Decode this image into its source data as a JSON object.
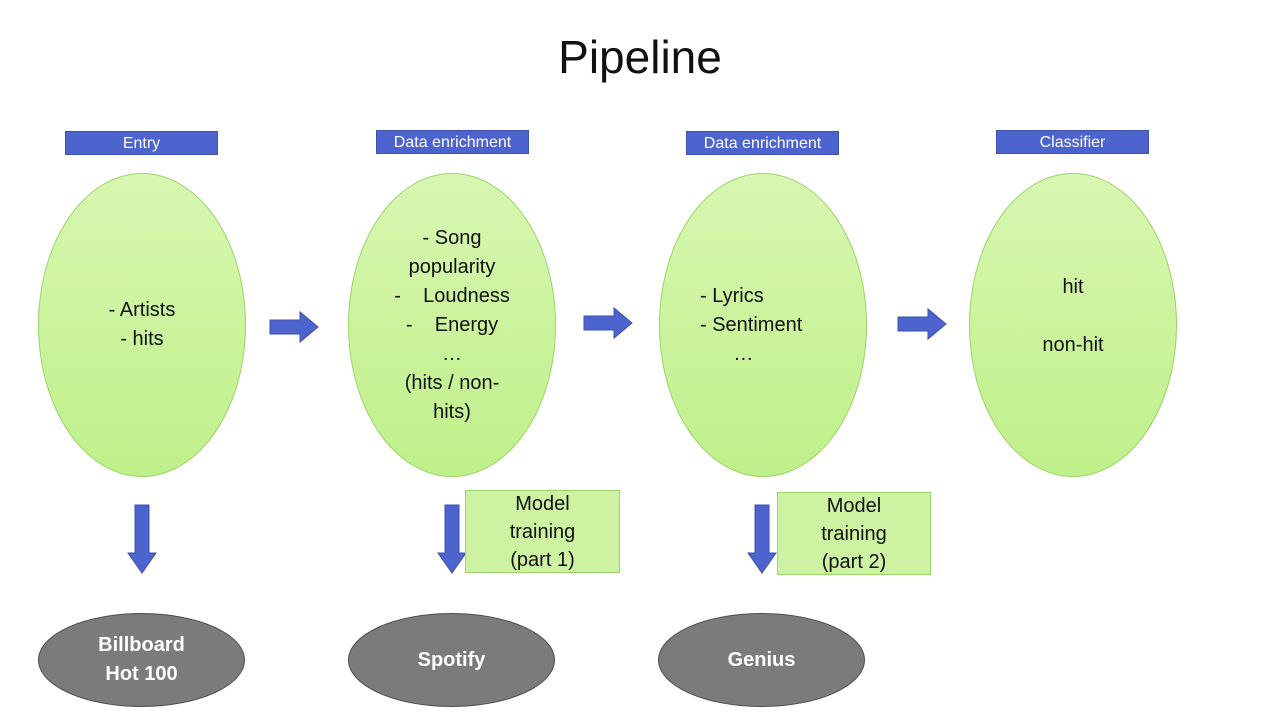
{
  "title": "Pipeline",
  "stages": [
    {
      "header": "Entry",
      "lines": [
        "- Artists",
        "- hits"
      ]
    },
    {
      "header": "Data enrichment",
      "lines": [
        "- Song",
        "popularity",
        "-    Loudness",
        "-    Energy",
        "…",
        "(hits / non-",
        "hits)"
      ]
    },
    {
      "header": "Data enrichment",
      "lines": [
        "- Lyrics",
        "- Sentiment",
        "      …"
      ]
    },
    {
      "header": "Classifier",
      "lines": [
        "hit",
        "",
        "non-hit"
      ]
    }
  ],
  "training": [
    {
      "lines": [
        "Model",
        "training",
        "(part 1)"
      ]
    },
    {
      "lines": [
        "Model",
        "training",
        "(part 2)"
      ]
    }
  ],
  "sources": [
    {
      "lines": [
        "Billboard",
        "Hot 100"
      ]
    },
    {
      "lines": [
        "Spotify"
      ]
    },
    {
      "lines": [
        "Genius"
      ]
    }
  ],
  "colors": {
    "header_fill": "#4d63cd",
    "stage_fill": "#cdf3a2",
    "stage_border": "#9bd468",
    "source_fill": "#7b7b7b",
    "arrow_fill": "#4d63cd"
  },
  "icons": {
    "flow_arrow": "arrow-right-icon",
    "source_arrow": "arrow-down-icon"
  }
}
